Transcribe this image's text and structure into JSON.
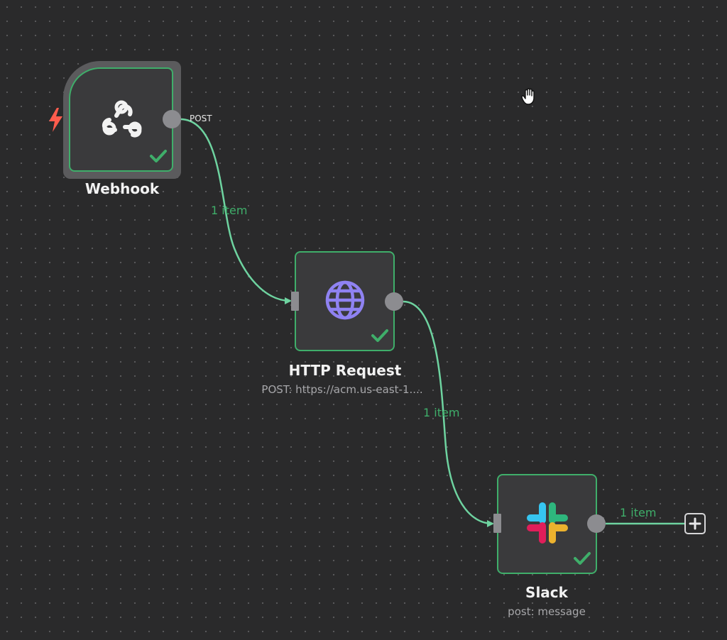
{
  "colors": {
    "canvas": "#2a2a2b",
    "dot": "#5a5a5c",
    "node_fill": "#3a3a3c",
    "success_border": "#3fae6a",
    "edge_line": "#6ed3a0",
    "handle": "#8c8c90",
    "trigger_bolt": "#ff5c4d"
  },
  "nodes": {
    "webhook": {
      "title": "Webhook",
      "icon": "webhook-icon",
      "output_label": "POST",
      "status": "success-check-icon",
      "trigger_icon": "lightning-bolt-icon"
    },
    "http_request": {
      "title": "HTTP Request",
      "subtitle": "POST: https://acm.us-east-1....",
      "icon": "globe-icon",
      "status": "success-check-icon"
    },
    "slack": {
      "title": "Slack",
      "subtitle": "post: message",
      "icon": "slack-icon",
      "status": "success-check-icon"
    }
  },
  "edges": [
    {
      "from": "Webhook",
      "to": "HTTP Request",
      "label": "1 item"
    },
    {
      "from": "HTTP Request",
      "to": "Slack",
      "label": "1 item"
    },
    {
      "from": "Slack",
      "to": "add-node",
      "label": "1 item"
    }
  ],
  "add_button": {
    "icon": "plus-icon"
  },
  "cursor": {
    "icon": "grab-hand-icon"
  }
}
